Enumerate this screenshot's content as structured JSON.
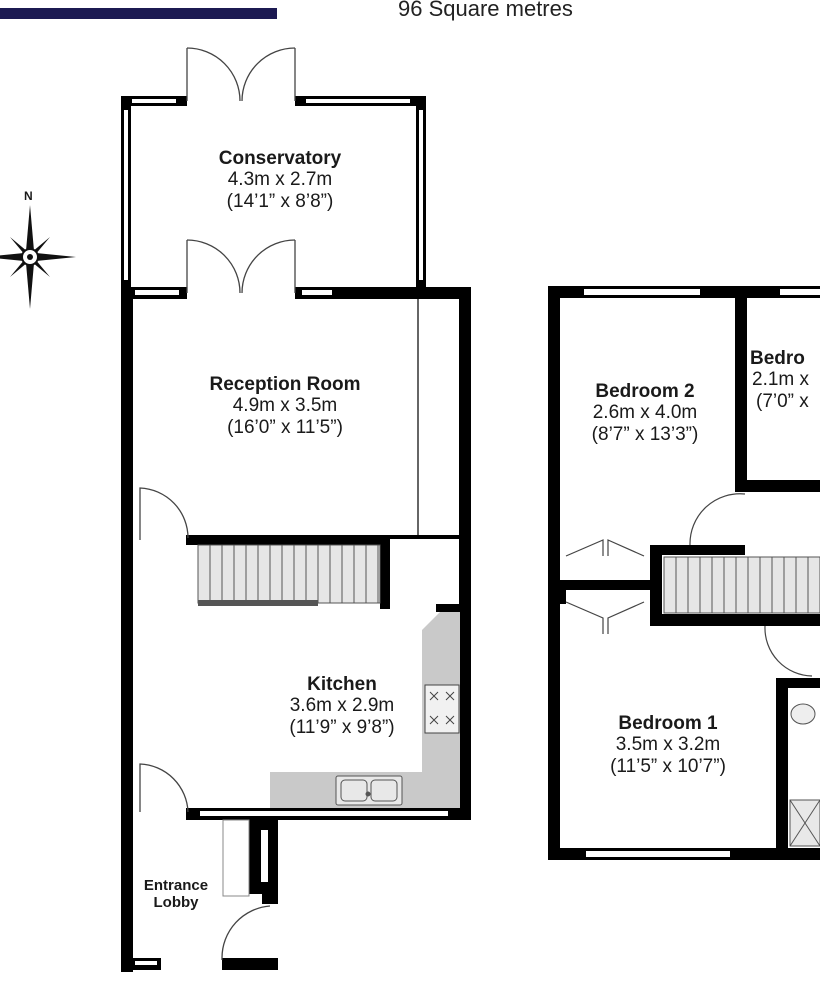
{
  "header": {
    "area": "96 Square metres",
    "bar_color": "#1c1a52"
  },
  "compass": {
    "north_label": "N",
    "icon": "compass-rose-icon"
  },
  "colors": {
    "wall": "#000000",
    "fitted_units": "#c9c9c9",
    "window": "#ffffff",
    "stairs": "#e6e6e6"
  },
  "ground_floor": {
    "rooms": [
      {
        "id": "conservatory",
        "name": "Conservatory",
        "metric": "4.3m x 2.7m",
        "imperial": "(14’1” x 8’8”)"
      },
      {
        "id": "reception",
        "name": "Reception Room",
        "metric": "4.9m x 3.5m",
        "imperial": "(16’0” x 11’5”)"
      },
      {
        "id": "kitchen",
        "name": "Kitchen",
        "metric": "3.6m x 2.9m",
        "imperial": "(11’9” x 9’8”)"
      },
      {
        "id": "lobby",
        "name_line1": "Entrance",
        "name_line2": "Lobby"
      }
    ]
  },
  "first_floor": {
    "rooms": [
      {
        "id": "bedroom2",
        "name": "Bedroom 2",
        "metric": "2.6m x 4.0m",
        "imperial": "(8’7” x 13’3”)"
      },
      {
        "id": "bedroom3",
        "name": "Bedro",
        "metric": "2.1m x",
        "imperial": "(7’0” x"
      },
      {
        "id": "bedroom1",
        "name": "Bedroom 1",
        "metric": "3.5m x 3.2m",
        "imperial": "(11’5” x 10’7”)"
      }
    ]
  }
}
